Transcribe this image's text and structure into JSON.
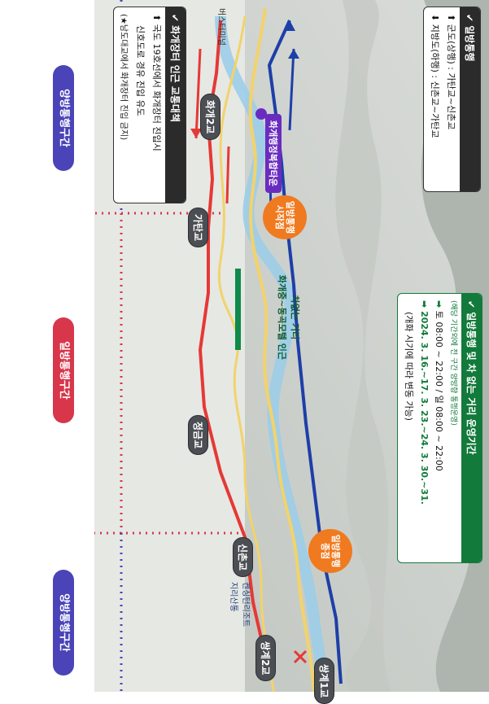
{
  "zones": {
    "left": "양방통행구간",
    "center": "일방통행구간",
    "right": "양방통행구간"
  },
  "bridges": {
    "ssanggye1": "쌍계1교",
    "ssanggye2": "쌍계2교",
    "sinchon": "신촌교",
    "jeonggeum": "정금교",
    "gatan": "가탄교",
    "hwagae2": "화개2교"
  },
  "markers": {
    "end": [
      "일방통행",
      "종점"
    ],
    "start": [
      "일방통행",
      "시작점"
    ]
  },
  "place_labels": {
    "kensington": "켄싱턴리조트",
    "jirisan": "지리산통",
    "bus_terminal": "버스터미널",
    "office": "화개행정복합타운",
    "no_car_road": [
      "차없는 거리",
      "화개중~동곡모텔 인근"
    ]
  },
  "oneway_box": {
    "title": "일방통행",
    "lines": [
      "군도(상행) : 가탄교~신촌교",
      "지방도(하행) : 신촌교~가탄교"
    ]
  },
  "period_box": {
    "title": "일방통행 및 차 없는 거리 운영기간",
    "title_note": [
      "(해당 기간외에",
      "전 구간 양방향 통행운영)"
    ],
    "hours": "토 08:00 ~ 22:00 / 일 08:00 ~ 22:00",
    "dates": "2024. 3. 16.~17. 3. 23.~24. 3. 30.~31.",
    "note": "(개화 시기에 따라 변동 가능)"
  },
  "traffic_box": {
    "title": "화개장터 인근 교통대책",
    "lines": [
      "국도 19호선에서 화개장터 진입시",
      "신호도로 경유 진입 유도",
      "(★남도대교에서 화개장터 진입 금지)"
    ]
  },
  "colors": {
    "red_route": "#e53935",
    "blue_route": "#1e3fa8",
    "left_zone": "#4a44b8",
    "center_zone": "#d8364a",
    "orange": "#f07a1f",
    "green_bar": "#0f8a4a",
    "box_head_dark": "#2b2b2b",
    "box_head_green": "#127a3a"
  }
}
